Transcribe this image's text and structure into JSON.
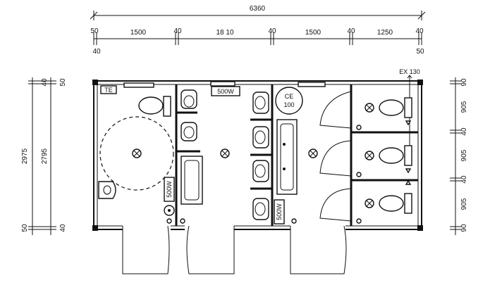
{
  "top_dimensions": {
    "overall": "6360",
    "segments": [
      "50",
      "1500",
      "40",
      "18 10",
      "40",
      "1500",
      "40",
      "1250",
      "40"
    ],
    "lower_left": "40",
    "lower_right": "50"
  },
  "left_dimensions": {
    "outer_total": "2975",
    "inner_total": "2795",
    "outer_top": "50",
    "inner_top": "40",
    "outer_bottom": "50",
    "inner_bottom": "40"
  },
  "right_dimensions": [
    "90",
    "905",
    "40",
    "905",
    "40",
    "905",
    "90"
  ],
  "labels": {
    "te": "TE",
    "heater_top": "500W",
    "heater_mid": "500W",
    "heater_right": "500W",
    "ce": "CE",
    "ce_value": "100",
    "exhaust": "EX 130"
  }
}
